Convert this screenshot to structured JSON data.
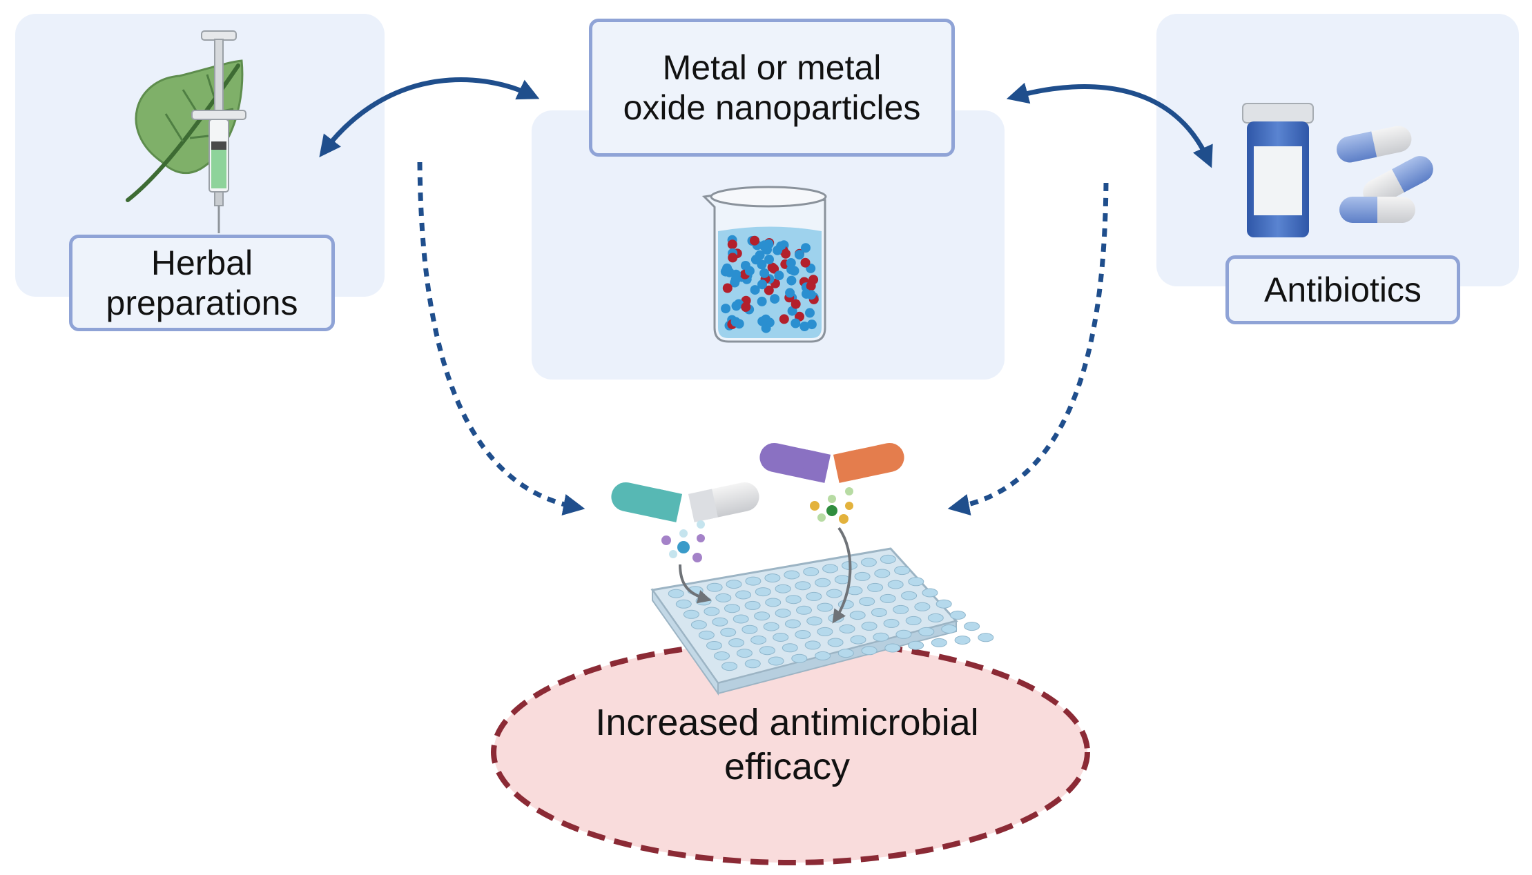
{
  "nodes": {
    "herbal": {
      "label": "Herbal\npreparations",
      "icon": "leaf-syringe-icon"
    },
    "nanoparticles": {
      "label": "Metal or metal\noxide nanoparticles",
      "icon": "beaker-nanoparticles-icon"
    },
    "antibiotics": {
      "label": "Antibiotics",
      "icon": "pill-bottle-capsules-icon"
    },
    "outcome": {
      "label": "Increased antimicrobial\nefficacy",
      "icon": "well-plate-capsules-icon"
    }
  },
  "colors": {
    "panel": "#ebf1fb",
    "box_border": "#8fa3d6",
    "arrow": "#1f4e8c",
    "outcome_fill": "#f9dcdc",
    "outcome_border": "#8b2a35"
  }
}
